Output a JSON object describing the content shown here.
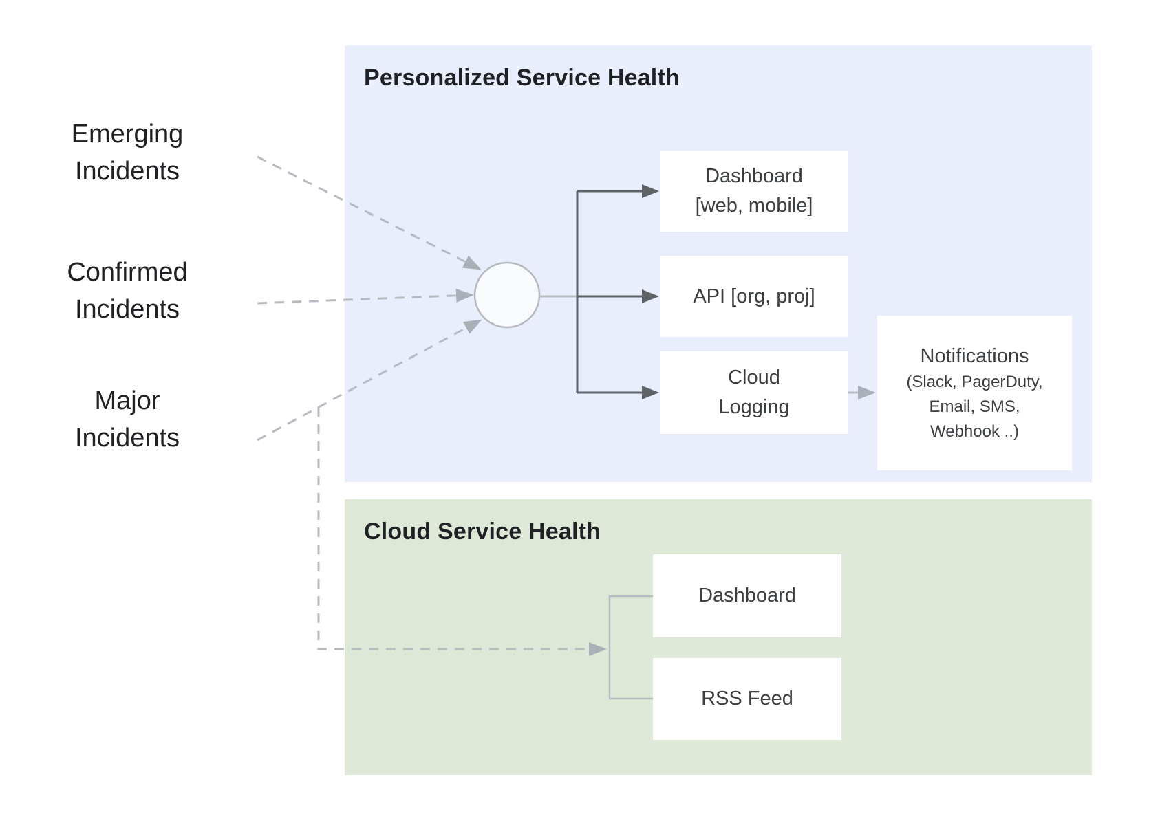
{
  "diagram": {
    "sources": {
      "emerging": {
        "line1": "Emerging",
        "line2": "Incidents"
      },
      "confirmed": {
        "line1": "Confirmed",
        "line2": "Incidents"
      },
      "major": {
        "line1": "Major",
        "line2": "Incidents"
      }
    },
    "personalized_panel": {
      "title": "Personalized Service Health",
      "bg_color": "#e8eefb",
      "nodes": {
        "dashboard": {
          "line1": "Dashboard",
          "line2": "[web, mobile]"
        },
        "api": {
          "line1": "API [org, proj]"
        },
        "cloud_logging": {
          "line1": "Cloud",
          "line2": "Logging"
        },
        "notifications": {
          "title": "Notifications",
          "sub1": "(Slack, PagerDuty,",
          "sub2": "Email, SMS,",
          "sub3": "Webhook ..)"
        }
      }
    },
    "cloud_panel": {
      "title": "Cloud Service Health",
      "bg_color": "#dde8d6",
      "nodes": {
        "dashboard": {
          "line1": "Dashboard"
        },
        "rss": {
          "line1": "RSS Feed"
        }
      }
    },
    "colors": {
      "panel_blue": "#e8eefb",
      "panel_green": "#dde8d6",
      "node_background": "#ffffff",
      "dark_arrow": "#5f6368",
      "light_line": "#b7bbc1",
      "light_arrowhead": "#abb0b8",
      "circle_fill": "#f9fafb",
      "circle_stroke": "#b5b9bf",
      "heading_text": "#202124",
      "node_text": "#3c4043"
    }
  }
}
